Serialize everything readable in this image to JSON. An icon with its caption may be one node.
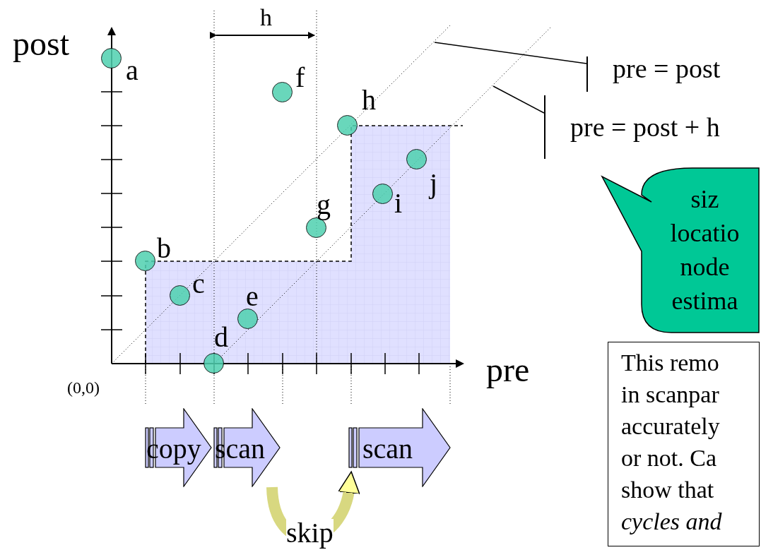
{
  "diagram": {
    "nodes": [
      {
        "text": [
          "pre = post"
        ]
      },
      {
        "text": [
          "pre = post + h"
        ]
      },
      {
        "text": [
          "siz",
          "locatio",
          "node",
          "estima"
        ]
      },
      {
        "text": [
          "This remo",
          "in scanpar",
          "accurately",
          "or not. Ca",
          "show that",
          "*cycles and*"
        ]
      },
      {
        "text": [],
        "shape": "circle",
        "beside": [
          "a"
        ]
      },
      {
        "text": [],
        "shape": "circle",
        "beside": [
          "b"
        ]
      },
      {
        "text": [],
        "shape": "circle",
        "beside": [
          "c"
        ]
      },
      {
        "text": [],
        "shape": "circle",
        "beside": [
          "d"
        ]
      },
      {
        "text": [],
        "shape": "circle",
        "beside": [
          "e"
        ]
      },
      {
        "text": [],
        "shape": "circle",
        "beside": [
          "f"
        ]
      },
      {
        "text": [],
        "shape": "circle",
        "beside": [
          "g"
        ]
      },
      {
        "text": [],
        "shape": "circle",
        "beside": [
          "h"
        ]
      },
      {
        "text": [],
        "shape": "circle",
        "beside": [
          "i"
        ]
      },
      {
        "text": [],
        "shape": "circle",
        "beside": [
          "j"
        ]
      },
      {
        "text": [
          "copy"
        ]
      },
      {
        "text": [
          "scan"
        ]
      },
      {
        "text": [
          "scan"
        ]
      }
    ],
    "edges": [
      {
        "from": 0,
        "to": null,
        "arrow": "none"
      },
      {
        "from": 1,
        "to": null,
        "arrow": "none"
      },
      {
        "from": 15,
        "to": 16,
        "arrow": "to",
        "label": "skip",
        "style": "thick",
        "color": "#d8d880"
      }
    ],
    "labels": [
      "post",
      "h",
      "(0,0)",
      "pre"
    ]
  }
}
